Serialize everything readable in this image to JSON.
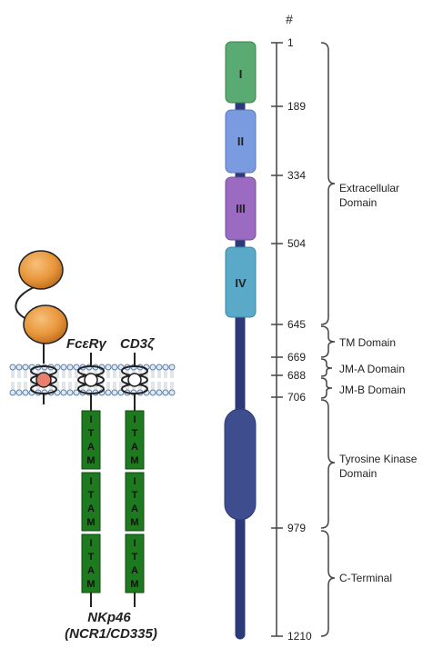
{
  "ruler": {
    "header": "#",
    "ticks": [
      "1",
      "189",
      "334",
      "504",
      "645",
      "669",
      "688",
      "706",
      "979",
      "1210"
    ]
  },
  "domains": {
    "d1": "I",
    "d2": "II",
    "d3": "III",
    "d4": "IV"
  },
  "regions": {
    "extracellular": [
      "Extracellular",
      "Domain"
    ],
    "tm": "TM Domain",
    "jma": "JM-A Domain",
    "jmb": "JM-B Domain",
    "kinase": [
      "Tyrosine Kinase",
      "Domain"
    ],
    "cterm": "C-Terminal"
  },
  "receptor": {
    "fce_label": "FcεRγ",
    "cd3_label": "CD3ζ",
    "itam_letters": [
      "I",
      "T",
      "A",
      "M"
    ],
    "name": "NKp46",
    "aliases": "(NCR1/CD335)"
  },
  "colors": {
    "d1": "#5aab73",
    "d2": "#7b9be0",
    "d3": "#9a6bc0",
    "d4": "#5aa9c8",
    "stalk": "#2c3a7a",
    "kinase": "#3d4d8e",
    "itam": "#1e7a1e",
    "ig": "#e8963a",
    "tm_core": "#e88070"
  }
}
